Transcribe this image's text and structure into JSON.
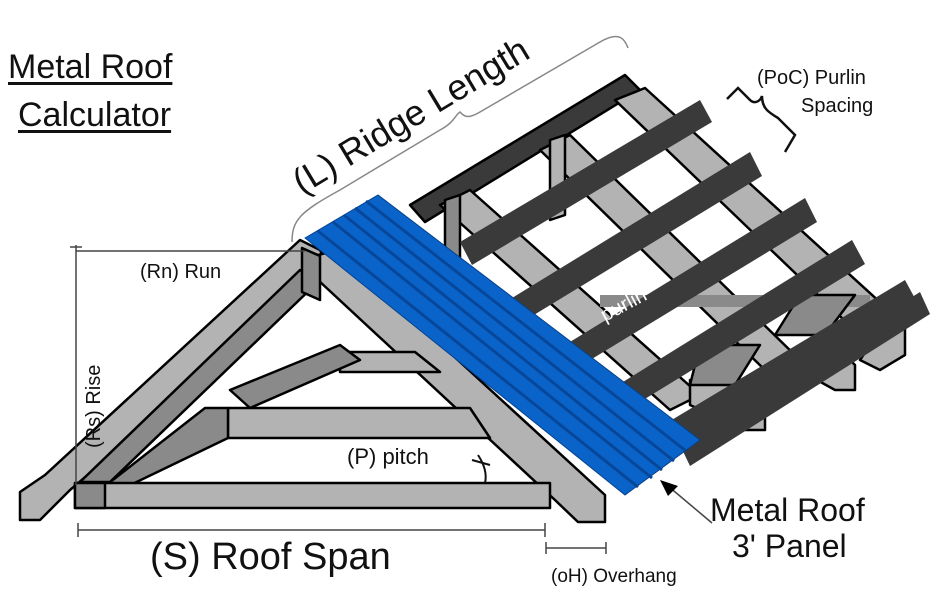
{
  "title": {
    "line1": "Metal Roof",
    "line2": "Calculator"
  },
  "labels": {
    "ridge_length": "(L) Ridge Length",
    "purlin_spacing_line1": "(PoC) Purlin",
    "purlin_spacing_line2": "Spacing",
    "run": "(Rn) Run",
    "rise": "(Rs) Rise",
    "pitch": "(P) pitch",
    "purlin": "purlin",
    "roof_span": "(S) Roof Span",
    "overhang": "(oH) Overhang",
    "panel_line1": "Metal Roof",
    "panel_line2": "3' Panel"
  },
  "colors": {
    "panel_blue": "#0a63c9",
    "panel_rib": "#07479a",
    "purlin_dark": "#3a3a3a",
    "truss_light": "#b3b3b3",
    "truss_mid": "#8a8a8a",
    "outline": "#000000"
  }
}
